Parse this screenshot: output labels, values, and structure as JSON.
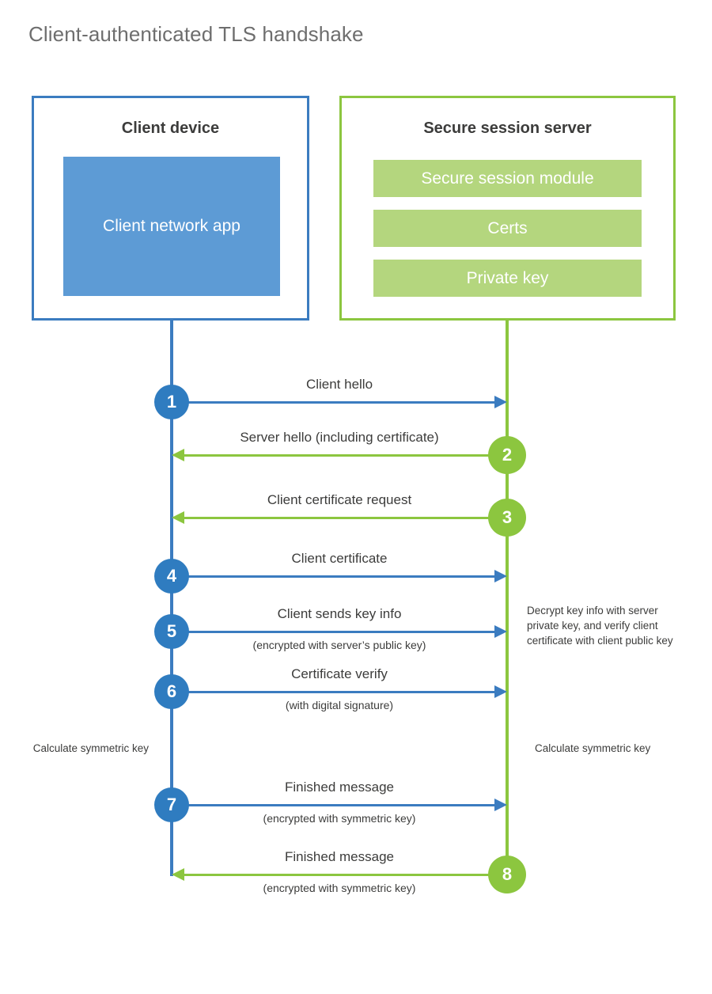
{
  "title": "Client-authenticated TLS handshake",
  "colors": {
    "client_blue": "#3b7cc0",
    "client_circle_blue": "#2f7cc0",
    "client_app_fill": "#5d9bd5",
    "server_green": "#8cc63f",
    "server_item_fill": "#b4d67e",
    "text_dark": "#3c3c3b",
    "title_gray": "#6e6e6e"
  },
  "client": {
    "title": "Client device",
    "app_label": "Client network app"
  },
  "server": {
    "title": "Secure session server",
    "items": [
      {
        "label": "Secure session module"
      },
      {
        "label": "Certs"
      },
      {
        "label": "Private key"
      }
    ]
  },
  "steps": [
    {
      "number": "1",
      "direction": "to-server",
      "actor": "client",
      "label": "Client hello",
      "sublabel": ""
    },
    {
      "number": "2",
      "direction": "to-client",
      "actor": "server",
      "label": "Server hello (including certificate)",
      "sublabel": ""
    },
    {
      "number": "3",
      "direction": "to-client",
      "actor": "server",
      "label": "Client certificate request",
      "sublabel": ""
    },
    {
      "number": "4",
      "direction": "to-server",
      "actor": "client",
      "label": "Client certificate",
      "sublabel": ""
    },
    {
      "number": "5",
      "direction": "to-server",
      "actor": "client",
      "label": "Client sends key info",
      "sublabel": "(encrypted with server’s public key)"
    },
    {
      "number": "6",
      "direction": "to-server",
      "actor": "client",
      "label": "Certificate verify",
      "sublabel": "(with digital signature)"
    },
    {
      "number": "7",
      "direction": "to-server",
      "actor": "client",
      "label": "Finished message",
      "sublabel": "(encrypted with symmetric key)"
    },
    {
      "number": "8",
      "direction": "to-client",
      "actor": "server",
      "label": "Finished message",
      "sublabel": "(encrypted with symmetric key)"
    }
  ],
  "notes": {
    "decrypt": "Decrypt key info with server private key, and verify client certificate with client public key",
    "calculate_client": "Calculate symmetric key",
    "calculate_server": "Calculate symmetric key"
  }
}
